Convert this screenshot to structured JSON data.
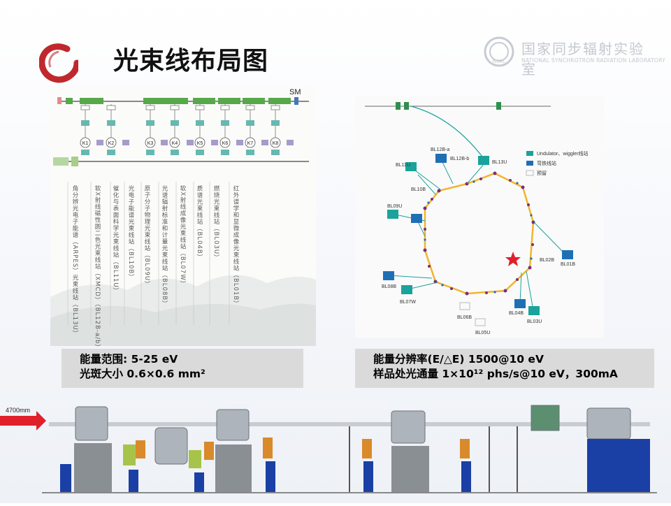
{
  "title": "光束线布局图",
  "lab": {
    "name_cn": "国家同步辐射实验室",
    "name_en": "NATIONAL SYNCHROTRON RADIATION LABORATORY",
    "logo_text": "NSRL"
  },
  "left_diagram": {
    "sm_label": "SM",
    "k_labels": [
      "K1",
      "K2",
      "K3",
      "K4",
      "K5",
      "K6",
      "K7",
      "K8"
    ],
    "beamline_texts": [
      "角分辨光电子能谱（ARPES）光束线站（BL13U）",
      "软X射线磁性圆二色光束线站（XMCD）（BL12B-a/b）",
      "催化与表面科学光束线站（BL11U）",
      "光电子能谱光束线站（BL10B）",
      "原子分子物理光束线站（BL09U）",
      "光谱辐射标准和计量光束线站（BL08B）",
      "软X射线成像光束线站（BL07W）",
      "质谱光束线站（BL04B）",
      "燃烧光束线站（BL03U）",
      "红外谱学和显微成像光束线站（BL01B）"
    ]
  },
  "ring_diagram": {
    "legend": [
      "Undulator、wiggler线站",
      "弯铁线站",
      "预留"
    ],
    "stations": [
      "BL12B-a",
      "BL12B-b",
      "BL13U",
      "BL11U",
      "BL10B",
      "BL09U",
      "BL08B",
      "BL07W",
      "BL06B",
      "BL05U",
      "BL04B",
      "BL03U",
      "BL02B",
      "BL01B"
    ],
    "colors": {
      "undulator": "#1aa39a",
      "bend": "#1f6fb5",
      "ring": "#f2b52a",
      "magnet": "#7a2e7e",
      "star": "#e0202a"
    }
  },
  "info_left": {
    "line1": "能量范围: 5-25 eV",
    "line2": "光斑大小  0.6×0.6 mm²"
  },
  "info_right": {
    "line1": "能量分辨率(E/△E) 1500@10 eV",
    "line2": "样品处光通量  1×10¹² phs/s@10 eV，300mA"
  },
  "beamline_photo": {
    "distance_label": "4700mm"
  }
}
